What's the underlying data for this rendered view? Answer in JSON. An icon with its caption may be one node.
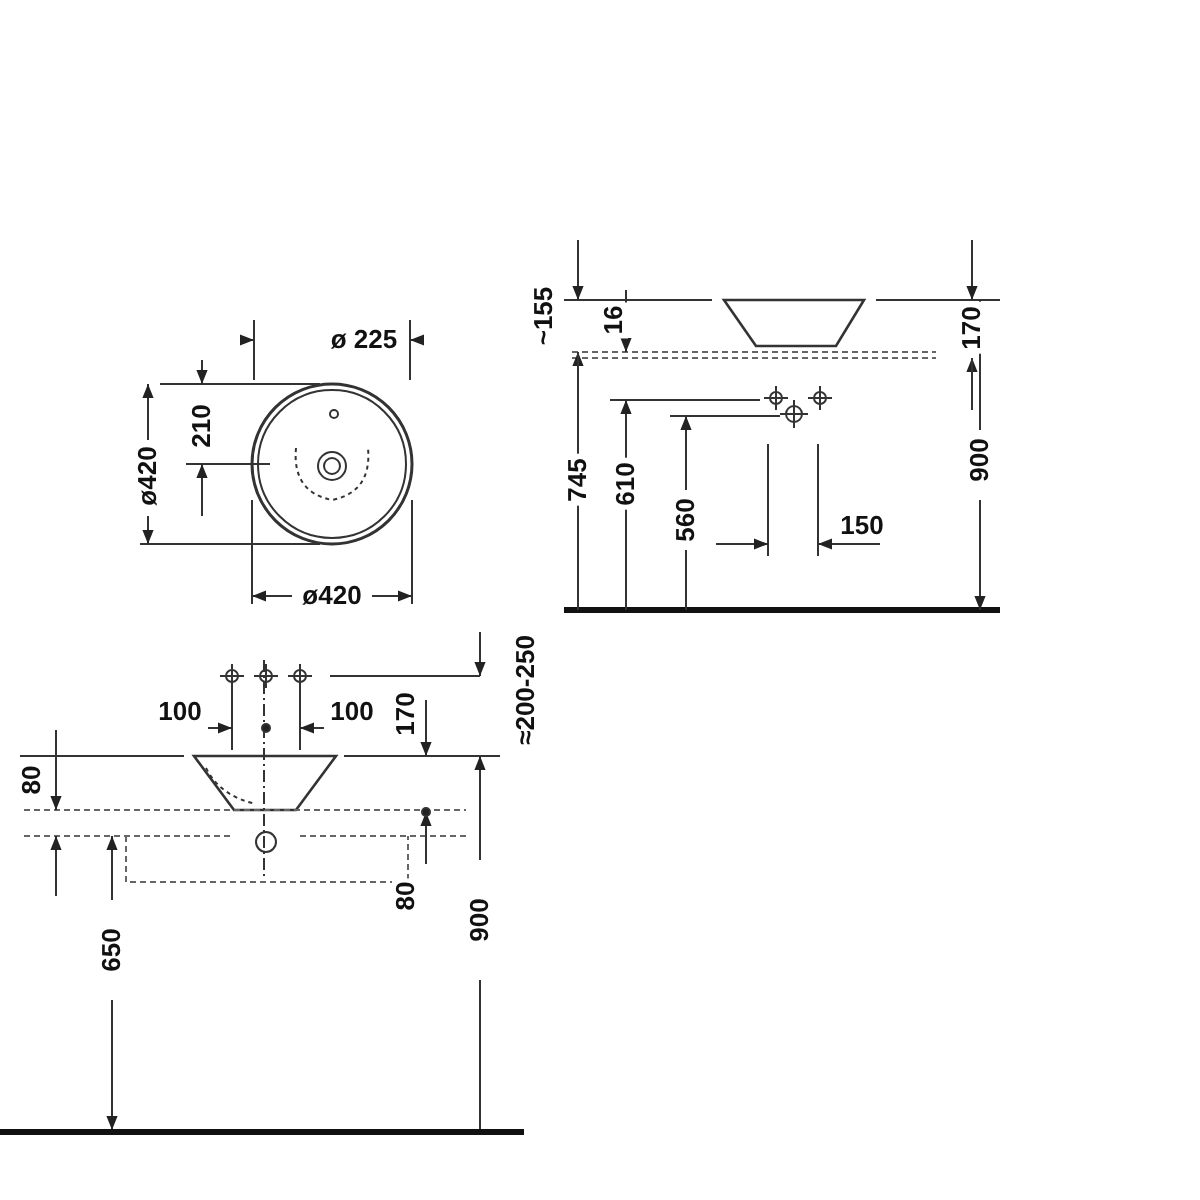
{
  "diagram": {
    "labels": [
      "ø 225",
      "~155",
      "16",
      "170",
      "210",
      "ø420",
      "745",
      "610",
      "560",
      "900",
      "150",
      "ø420",
      "100",
      "100",
      "170",
      "≈200-250",
      "80",
      "80",
      "650",
      "900"
    ]
  }
}
